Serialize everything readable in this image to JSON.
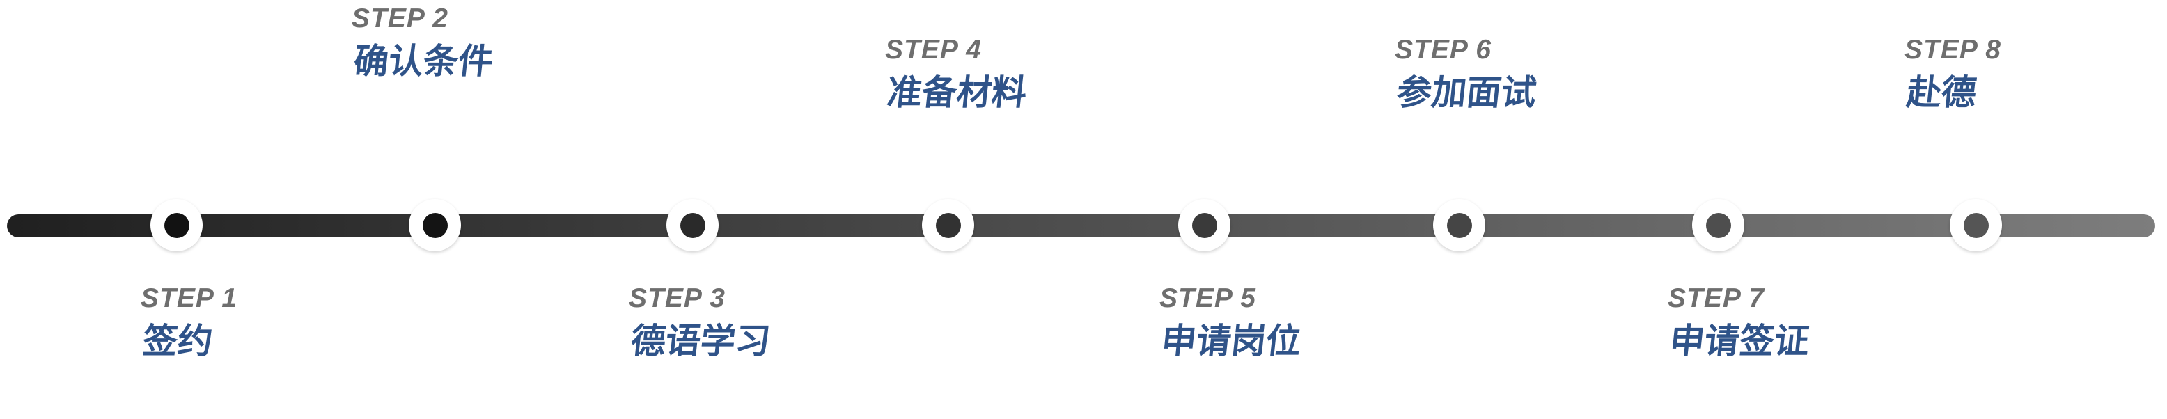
{
  "colors": {
    "background": "#ffffff",
    "accent_blue": "#2f5389",
    "step_gray": "#6e6e6e",
    "line_start": "#202020",
    "line_end": "#7d7d7d",
    "node_ring": "#ffffff"
  },
  "timeline": {
    "type": "horizontal-step-timeline",
    "step_count": 8,
    "steps": [
      {
        "step_label": "STEP 1",
        "title": "签约",
        "position": "below",
        "dot_color": "#121212"
      },
      {
        "step_label": "STEP 2",
        "title": "确认条件",
        "position": "above",
        "dot_color": "#141414"
      },
      {
        "step_label": "STEP 3",
        "title": "德语学习",
        "position": "below",
        "dot_color": "#2a2a2a"
      },
      {
        "step_label": "STEP 4",
        "title": "准备材料",
        "position": "above",
        "dot_color": "#323232"
      },
      {
        "step_label": "STEP 5",
        "title": "申请岗位",
        "position": "below",
        "dot_color": "#3a3a3a"
      },
      {
        "step_label": "STEP 6",
        "title": "参加面试",
        "position": "above",
        "dot_color": "#454545"
      },
      {
        "step_label": "STEP 7",
        "title": "申请签证",
        "position": "below",
        "dot_color": "#4e4e4e"
      },
      {
        "step_label": "STEP 8",
        "title": "赴德",
        "position": "above",
        "dot_color": "#555555"
      }
    ]
  }
}
